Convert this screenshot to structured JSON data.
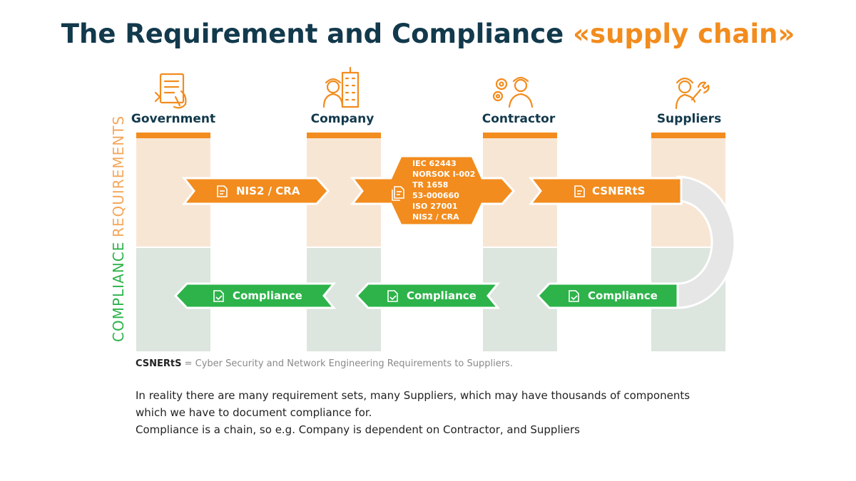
{
  "title": {
    "main": "The Requirement and Compliance ",
    "accent": "«supply chain»"
  },
  "columns": [
    {
      "label": "Government",
      "icon": "document-checklist-icon"
    },
    {
      "label": "Company",
      "icon": "worker-building-icon"
    },
    {
      "label": "Contractor",
      "icon": "engineer-gears-icon"
    },
    {
      "label": "Suppliers",
      "icon": "worker-wrench-icon"
    }
  ],
  "side_labels": {
    "requirements": "REQUIREMENTS",
    "compliance": "COMPLIANCE"
  },
  "requirement_arrows": [
    {
      "label": "NIS2 / CRA",
      "icon": "document-icon"
    },
    {
      "icon": "documents-icon",
      "items": [
        "IEC 62443",
        "NORSOK I-002",
        "TR 1658",
        "53-000660",
        "ISO 27001",
        "NIS2 / CRA"
      ]
    },
    {
      "label": "CSNERtS",
      "icon": "document-icon"
    }
  ],
  "compliance_arrows": [
    {
      "label": "Compliance",
      "icon": "document-check-icon"
    },
    {
      "label": "Compliance",
      "icon": "document-check-icon"
    },
    {
      "label": "Compliance",
      "icon": "document-check-icon"
    }
  ],
  "footnote": {
    "term": "CSNERtS",
    "definition": " = Cyber Security and Network Engineering Requirements to Suppliers."
  },
  "paragraphs": [
    "In reality there are many requirement sets, many Suppliers, which may have thousands of components",
    "which we have to document compliance for.",
    "Compliance is a chain, so e.g. Company is dependent on Contractor, and Suppliers"
  ],
  "colors": {
    "orange": "#f28c1e",
    "green": "#2db34a",
    "navy": "#12394c",
    "req_bg": "#f8e6d5",
    "comp_bg": "#dce5de"
  }
}
